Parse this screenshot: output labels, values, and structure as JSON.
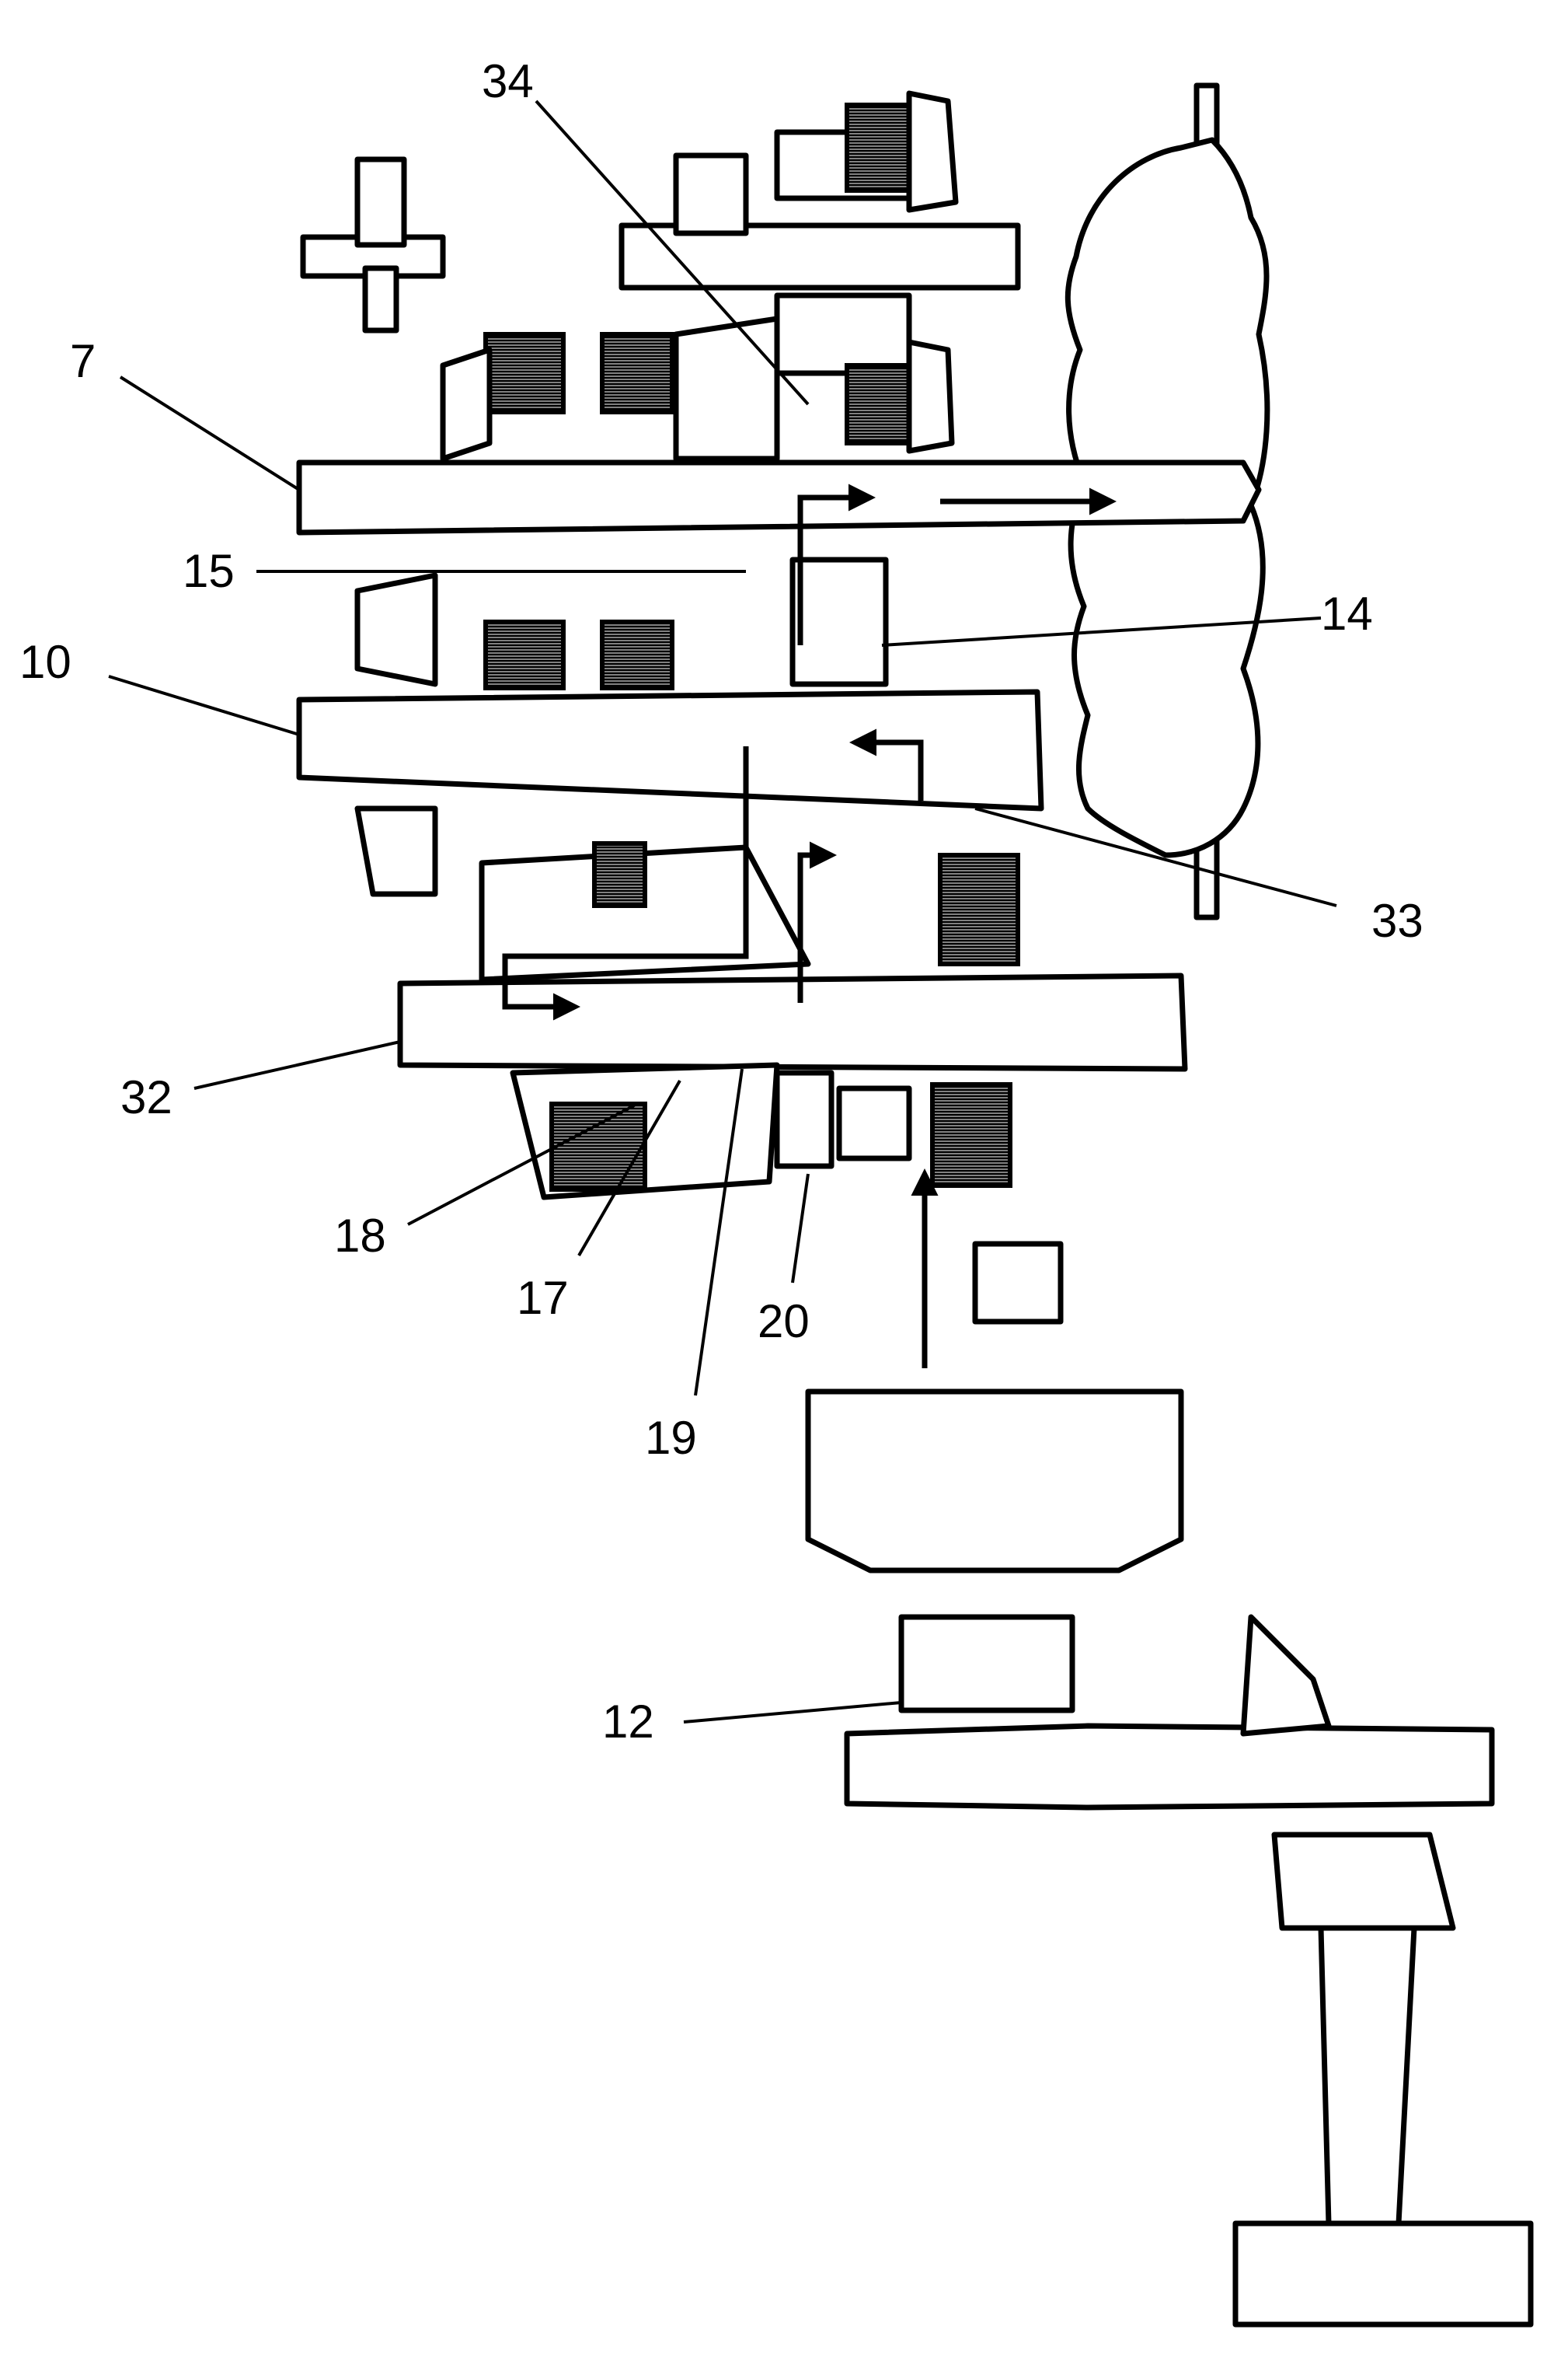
{
  "callouts": {
    "c7": "7",
    "c10": "10",
    "c12": "12",
    "c14": "14",
    "c15": "15",
    "c17": "17",
    "c18": "18",
    "c19": "19",
    "c20": "20",
    "c32": "32",
    "c33": "33",
    "c34": "34"
  },
  "colors": {
    "line": "#000000",
    "background": "#ffffff"
  }
}
